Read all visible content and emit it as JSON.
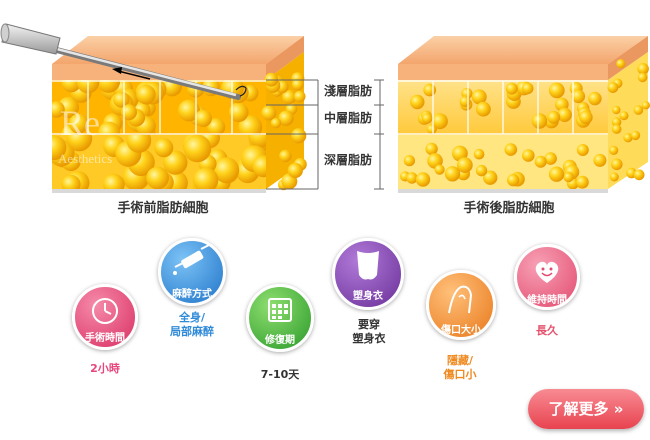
{
  "layers": {
    "superficial": "淺層脂肪",
    "middle": "中層脂肪",
    "deep": "深層脂肪"
  },
  "captions": {
    "before": "手術前脂肪細胞",
    "after": "手術後脂肪細胞"
  },
  "watermark": {
    "big": "Re",
    "small": "Aesthetics"
  },
  "features": [
    {
      "title": "手術時間",
      "value": "2小時",
      "color": "#e8477c",
      "icon": "clock-icon"
    },
    {
      "title": "麻醉方式",
      "value": "全身/\n局部麻醉",
      "color": "#2f8ad8",
      "icon": "syringe-icon"
    },
    {
      "title": "修復期",
      "value": "7-10天",
      "color": "#3aa63a",
      "icon": "calendar-icon"
    },
    {
      "title": "塑身衣",
      "value": "要穿\n塑身衣",
      "color": "#7a3fa8",
      "icon": "shapewear-icon"
    },
    {
      "title": "傷口大小",
      "value": "隱藏/\n傷口小",
      "color": "#ef8a20",
      "icon": "wound-icon"
    },
    {
      "title": "維持時間",
      "value": "長久",
      "color": "#e6506b",
      "icon": "heart-face-icon"
    }
  ],
  "more_button": {
    "label": "了解更多 »"
  }
}
